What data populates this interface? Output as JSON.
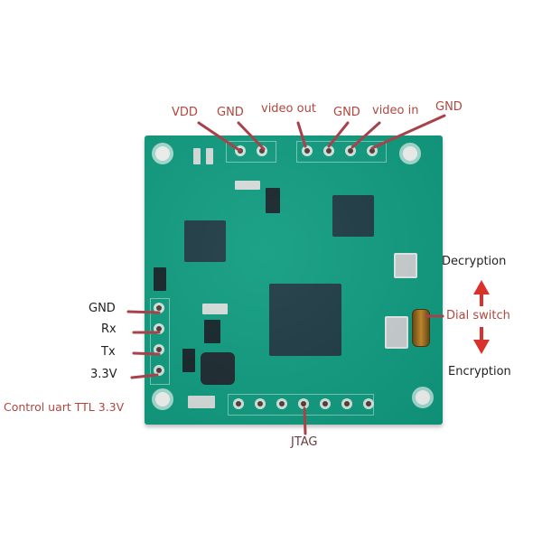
{
  "image": {
    "description": "Green PCB module (video encryption/decryption board) with annotated pin labels",
    "background": "#ffffff",
    "board_color": "#109c80"
  },
  "labels": {
    "top": {
      "vdd": "VDD",
      "gnd1": "GND",
      "video_out": "video out",
      "gnd2": "GND",
      "video_in": "video in",
      "gnd3": "GND"
    },
    "left": {
      "gnd": "GND",
      "rx": "Rx",
      "tx": "Tx",
      "v33": "3.3V",
      "control": "Control uart TTL 3.3V"
    },
    "right": {
      "decryption": "Decryption",
      "dial_switch": "Dial switch",
      "encryption": "Encryption"
    },
    "bottom": {
      "jtag": "JTAG"
    }
  },
  "colors": {
    "label_red": "#b0473f",
    "label_dark": "#222222",
    "arrow_red": "#d9312b",
    "leader_line": "#a8424a"
  }
}
